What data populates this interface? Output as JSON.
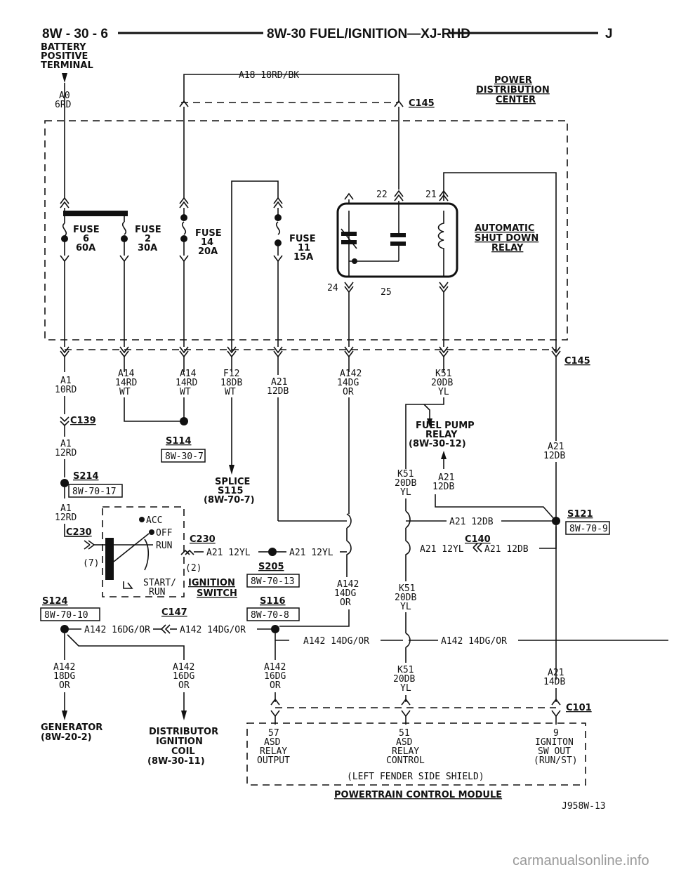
{
  "header": {
    "page_code": "8W - 30 - 6",
    "title": "8W-30 FUEL/IGNITION—XJ-RHD",
    "letter": "J"
  },
  "battery": {
    "line1": "BATTERY",
    "line2": "POSITIVE",
    "line3": "TERMINAL",
    "wire_code": "A0",
    "wire_color": "6RD"
  },
  "top_wire": "A18 18RD/BK",
  "pdc": {
    "line1": "POWER",
    "line2": "DISTRIBUTION",
    "line3": "CENTER",
    "conn_top": "C145",
    "conn_bottom": "C145"
  },
  "fuses": [
    {
      "label": "FUSE",
      "num": "6",
      "amp": "60A"
    },
    {
      "label": "FUSE",
      "num": "2",
      "amp": "30A"
    },
    {
      "label": "FUSE",
      "num": "14",
      "amp": "20A"
    },
    {
      "label": "FUSE",
      "num": "11",
      "amp": "15A"
    }
  ],
  "asd_relay": {
    "line1": "AUTOMATIC",
    "line2": "SHUT DOWN",
    "line3": "RELAY",
    "pin22": "22",
    "pin21": "21",
    "pin24": "24",
    "pin25": "25"
  },
  "wires_below_pdc": [
    {
      "code": "A1",
      "gauge": "10RD",
      "color": ""
    },
    {
      "code": "A14",
      "gauge": "14RD",
      "color": "WT"
    },
    {
      "code": "A14",
      "gauge": "14RD",
      "color": "WT"
    },
    {
      "code": "F12",
      "gauge": "18DB",
      "color": "WT"
    },
    {
      "code": "A21",
      "gauge": "12DB",
      "color": ""
    },
    {
      "code": "A142",
      "gauge": "14DG",
      "color": "OR"
    },
    {
      "code": "K51",
      "gauge": "20DB",
      "color": "YL"
    }
  ],
  "c139": "C139",
  "a1_12rd": {
    "code": "A1",
    "gauge": "12RD"
  },
  "s114": {
    "name": "S114",
    "ref": "8W-30-7"
  },
  "splice_s115": {
    "line1": "SPLICE",
    "line2": "S115",
    "line3": "(8W-70-7)"
  },
  "fuel_pump_relay": {
    "line1": "FUEL PUMP",
    "line2": "RELAY",
    "line3": "(8W-30-12)"
  },
  "a21_right": {
    "code": "A21",
    "gauge": "12DB"
  },
  "k51_mid": {
    "code": "K51",
    "gauge": "20DB",
    "color": "YL"
  },
  "a21_mid": {
    "code": "A21",
    "gauge": "12DB"
  },
  "s214": {
    "name": "S214",
    "ref": "8W-70-17"
  },
  "a1_lower": {
    "code": "A1",
    "gauge": "12RD"
  },
  "ignition": {
    "acc": "ACC",
    "off": "OFF",
    "run": "RUN",
    "start": "START/",
    "start_run": "RUN",
    "c230_left": "C230",
    "c230_right": "C230",
    "pin7": "(7)",
    "pin2": "(2)",
    "switch_line1": "IGNITION",
    "switch_line2": "SWITCH",
    "c147": "C147"
  },
  "a21_12yl_1": "A21 12YL",
  "a21_12yl_2": "A21 12YL",
  "s205": {
    "name": "S205",
    "ref": "8W-70-13"
  },
  "a21_12db_run": "A21 12DB",
  "s121": {
    "name": "S121",
    "ref": "8W-70-9"
  },
  "c140": "C140",
  "a21_12yl_3": "A21 12YL",
  "a21_12db_2": "A21 12DB",
  "a142_mid": {
    "code": "A142",
    "gauge": "14DG",
    "color": "OR"
  },
  "k51_mid2": {
    "code": "K51",
    "gauge": "20DB",
    "color": "YL"
  },
  "s124": {
    "name": "S124",
    "ref": "8W-70-10"
  },
  "s116": {
    "name": "S116",
    "ref": "8W-70-8"
  },
  "a142_16dg_or": "A142 16DG/OR",
  "a142_14dg_or_1": "A142 14DG/OR",
  "a142_14dg_or_2": "A142 14DG/OR",
  "a142_14dg_or_3": "A142 14DG/OR",
  "bottom_wires": [
    {
      "code": "A142",
      "gauge": "18DG",
      "color": "OR"
    },
    {
      "code": "A142",
      "gauge": "16DG",
      "color": "OR"
    },
    {
      "code": "A142",
      "gauge": "16DG",
      "color": "OR"
    },
    {
      "code": "K51",
      "gauge": "20DB",
      "color": "YL"
    },
    {
      "code": "A21",
      "gauge": "14DB",
      "color": ""
    }
  ],
  "c101": "C101",
  "generator": {
    "line1": "GENERATOR",
    "line2": "(8W-20-2)"
  },
  "distributor": {
    "line1": "DISTRIBUTOR",
    "line2": "IGNITION",
    "line3": "COIL",
    "line4": "(8W-30-11)"
  },
  "pcm": {
    "pin57": "57",
    "pin57_l1": "ASD",
    "pin57_l2": "RELAY",
    "pin57_l3": "OUTPUT",
    "pin51": "51",
    "pin51_l1": "ASD",
    "pin51_l2": "RELAY",
    "pin51_l3": "CONTROL",
    "pin9": "9",
    "pin9_l1": "IGNITON",
    "pin9_l2": "SW OUT",
    "pin9_l3": "(RUN/ST)",
    "location": "(LEFT FENDER SIDE SHIELD)",
    "name": "POWERTRAIN CONTROL MODULE"
  },
  "figure_id": "J958W-13",
  "watermark": "carmanualsonline.info"
}
